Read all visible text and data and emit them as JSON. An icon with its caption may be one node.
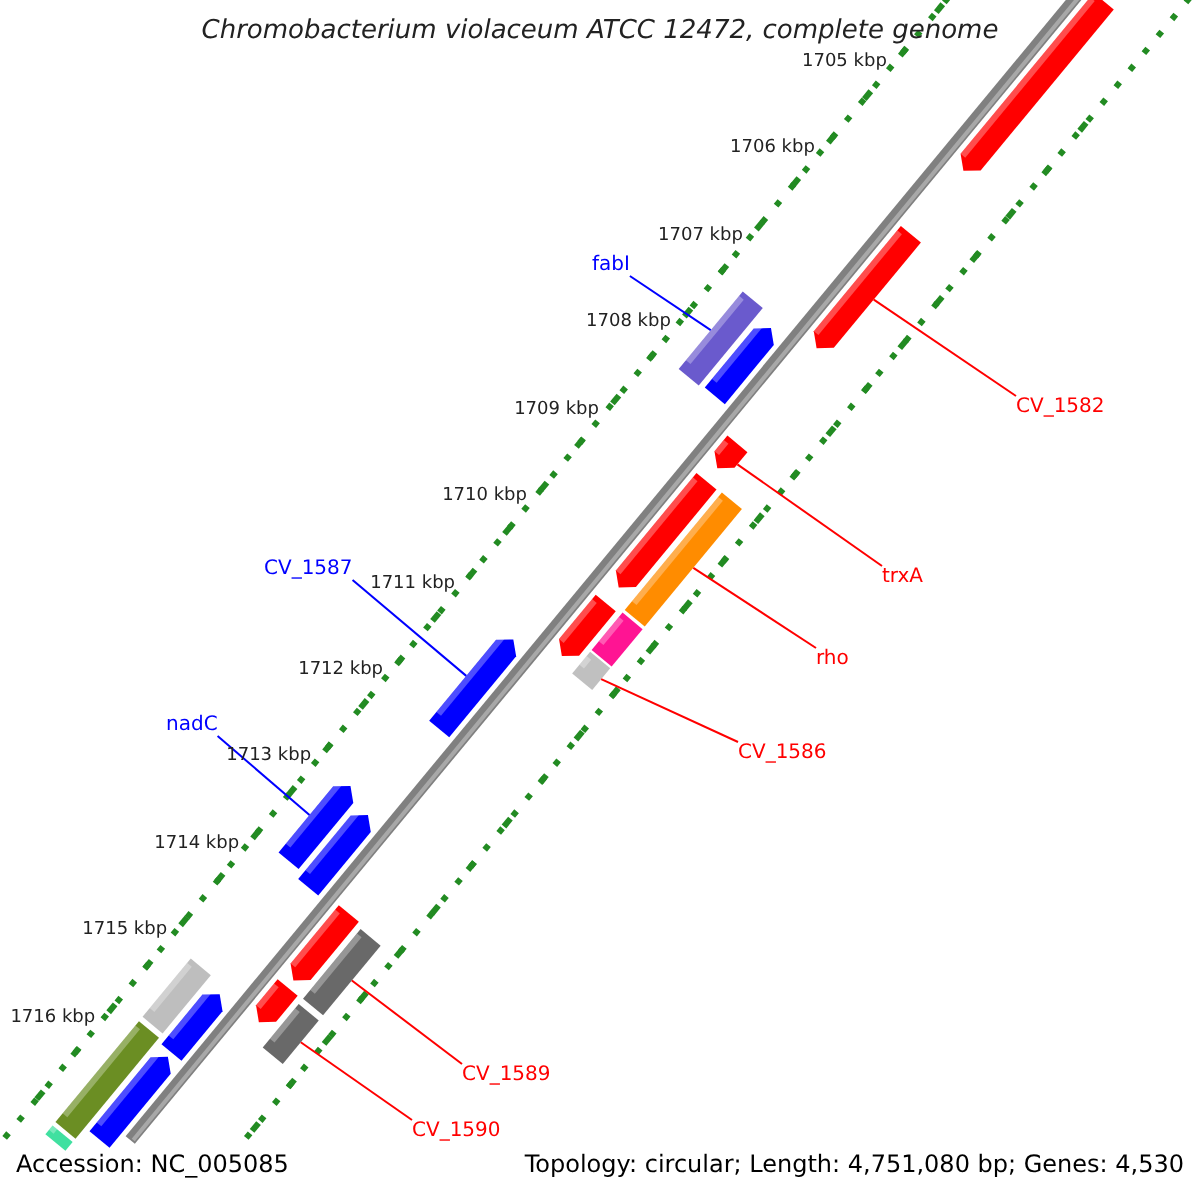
{
  "diagram": {
    "title": "Chromobacterium violaceum ATCC 12472, complete genome",
    "nodes": [
      {
        "text": [
          "fabI"
        ]
      },
      {
        "text": [
          "CV_1582"
        ]
      },
      {
        "text": [
          "trxA"
        ]
      },
      {
        "text": [
          "rho"
        ]
      },
      {
        "text": [
          "CV_1587"
        ]
      },
      {
        "text": [
          "CV_1586"
        ]
      },
      {
        "text": [
          "nadC"
        ]
      },
      {
        "text": [
          "CV_1589"
        ]
      },
      {
        "text": [
          "CV_1590"
        ]
      },
      {
        "text": [],
        "shape": "bar"
      },
      {
        "text": [],
        "shape": "bar"
      },
      {
        "text": [],
        "shape": "bar"
      },
      {
        "text": [],
        "shape": "bar"
      },
      {
        "text": [],
        "shape": "bar"
      },
      {
        "text": [],
        "shape": "bar"
      },
      {
        "text": [],
        "shape": "bar"
      },
      {
        "text": [],
        "shape": "bar"
      },
      {
        "text": [],
        "shape": "bar"
      },
      {
        "text": [],
        "shape": "bar"
      },
      {
        "text": [],
        "shape": "bar"
      },
      {
        "text": [],
        "shape": "bar"
      },
      {
        "text": [],
        "shape": "bar"
      },
      {
        "text": [],
        "shape": "bar"
      },
      {
        "text": [],
        "shape": "bar"
      },
      {
        "text": [],
        "shape": "bar"
      },
      {
        "text": [],
        "shape": "bar"
      },
      {
        "text": [],
        "shape": "bar"
      },
      {
        "text": [],
        "shape": "bar"
      },
      {
        "text": [],
        "shape": "bar"
      },
      {
        "text": [],
        "shape": "bar"
      },
      {
        "text": [],
        "shape": "bar"
      }
    ],
    "edges": [
      {
        "from": 0,
        "to": 11,
        "arrow": "none",
        "color": "#0000ff"
      },
      {
        "from": 1,
        "to": 10,
        "arrow": "none"
      },
      {
        "from": 2,
        "to": 13,
        "arrow": "none"
      },
      {
        "from": 3,
        "to": 14,
        "arrow": "none"
      },
      {
        "from": 4,
        "to": 19,
        "arrow": "none",
        "color": "#0000ff"
      },
      {
        "from": 5,
        "to": 18,
        "arrow": "none"
      },
      {
        "from": 6,
        "to": 20,
        "arrow": "none",
        "color": "#0000ff"
      },
      {
        "from": 7,
        "to": 23,
        "arrow": "none"
      },
      {
        "from": 8,
        "to": 25,
        "arrow": "none"
      }
    ],
    "labels": [
      "1705 kbp",
      "1706 kbp",
      "1707 kbp",
      "1708 kbp",
      "1709 kbp",
      "1710 kbp",
      "1711 kbp",
      "1712 kbp",
      "1713 kbp",
      "1714 kbp",
      "1715 kbp",
      "1716 kbp",
      "Accession: NC_005085",
      "Topology: circular; Length: 4,751,080 bp; Genes: 4,530"
    ]
  }
}
